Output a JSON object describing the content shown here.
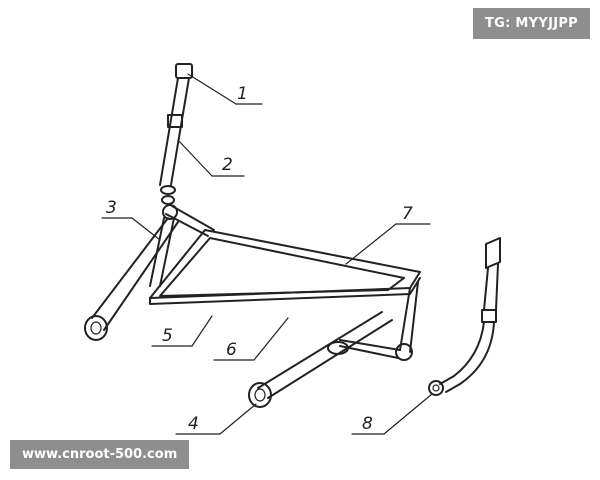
{
  "watermarks": {
    "top_right": "TG: MYYJJPP",
    "bottom_left": "www.cnroot-500.com"
  },
  "callouts": [
    {
      "id": "1",
      "label": "1"
    },
    {
      "id": "2",
      "label": "2"
    },
    {
      "id": "3",
      "label": "3"
    },
    {
      "id": "4",
      "label": "4"
    },
    {
      "id": "5",
      "label": "5"
    },
    {
      "id": "6",
      "label": "6"
    },
    {
      "id": "7",
      "label": "7"
    },
    {
      "id": "8",
      "label": "8"
    }
  ]
}
